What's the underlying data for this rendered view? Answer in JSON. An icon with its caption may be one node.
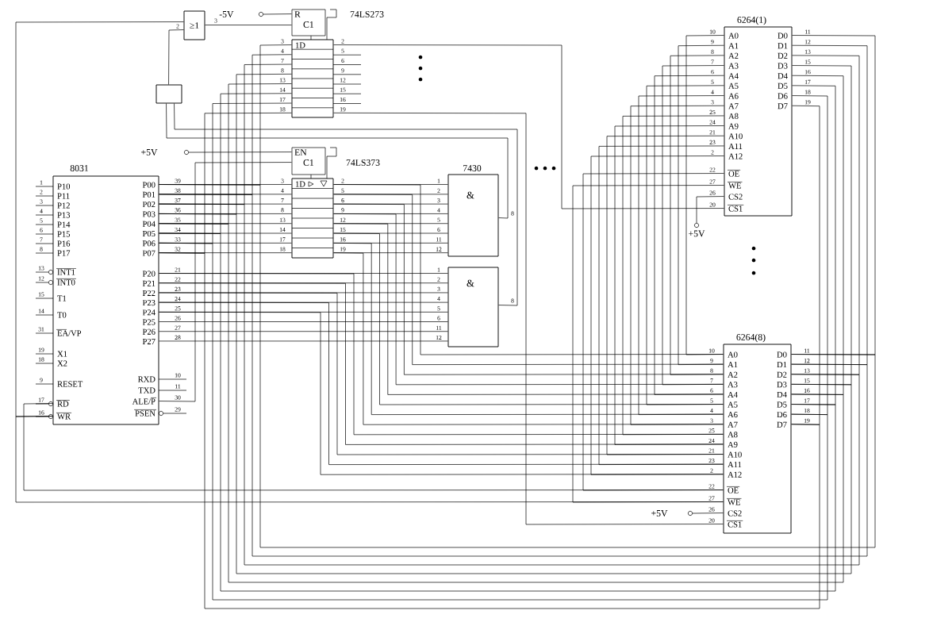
{
  "diagram": {
    "nodes": [
      {
        "text": [
          "8031",
          "P10",
          "P11",
          "P12",
          "P13",
          "P14",
          "P15",
          "P16",
          "P17",
          "INT1",
          "INT0",
          "T1",
          "T0",
          "EA/VP",
          "X1",
          "X2",
          "RESET",
          "RD",
          "WR",
          "P00",
          "P01",
          "P02",
          "P03",
          "P04",
          "P05",
          "P06",
          "P07",
          "P20",
          "P21",
          "P22",
          "P23",
          "P24",
          "P25",
          "P26",
          "P27",
          "RXD",
          "TXD",
          "ALE/P",
          "PSEN"
        ]
      },
      {
        "text": [
          "74LS273",
          "R",
          "C1",
          "1D"
        ]
      },
      {
        "text": [
          "74LS373",
          "EN",
          "C1",
          "1D"
        ]
      },
      {
        "text": [
          "7430",
          "&"
        ]
      },
      {
        "text": [
          "&"
        ]
      },
      {
        "text": [
          "≥1"
        ]
      },
      {
        "text": [],
        "shape": "box"
      },
      {
        "text": [
          "6264(1)",
          "A0",
          "A1",
          "A2",
          "A3",
          "A4",
          "A5",
          "A6",
          "A7",
          "A8",
          "A9",
          "A10",
          "A11",
          "A12",
          "OE",
          "WE",
          "CS2",
          "CS1",
          "D0",
          "D1",
          "D2",
          "D3",
          "D4",
          "D5",
          "D6",
          "D7"
        ]
      },
      {
        "text": [
          "6264(8)",
          "A0",
          "A1",
          "A2",
          "A3",
          "A4",
          "A5",
          "A6",
          "A7",
          "A8",
          "A9",
          "A10",
          "A11",
          "A12",
          "OE",
          "WE",
          "CS2",
          "CS1",
          "D0",
          "D1",
          "D2",
          "D3",
          "D4",
          "D5",
          "D6",
          "D7"
        ]
      },
      {
        "text": [
          "-5V"
        ]
      },
      {
        "text": [
          "+5V"
        ]
      },
      {
        "text": [
          "+5V"
        ]
      },
      {
        "text": [
          "+5V"
        ]
      }
    ],
    "edges": [
      {
        "from": 0,
        "to": 2,
        "arrow": "none"
      },
      {
        "from": 0,
        "to": 2,
        "arrow": "none"
      },
      {
        "from": 0,
        "to": 2,
        "arrow": "none"
      },
      {
        "from": 0,
        "to": 2,
        "arrow": "none"
      },
      {
        "from": 0,
        "to": 2,
        "arrow": "none"
      },
      {
        "from": 0,
        "to": 2,
        "arrow": "none"
      },
      {
        "from": 0,
        "to": 2,
        "arrow": "none"
      },
      {
        "from": 0,
        "to": 2,
        "arrow": "none"
      },
      {
        "from": 0,
        "to": 1,
        "arrow": "none"
      },
      {
        "from": 0,
        "to": 1,
        "arrow": "none"
      },
      {
        "from": 0,
        "to": 1,
        "arrow": "none"
      },
      {
        "from": 0,
        "to": 1,
        "arrow": "none"
      },
      {
        "from": 0,
        "to": 1,
        "arrow": "none"
      },
      {
        "from": 0,
        "to": 1,
        "arrow": "none"
      },
      {
        "from": 0,
        "to": 1,
        "arrow": "none"
      },
      {
        "from": 0,
        "to": 1,
        "arrow": "none"
      },
      {
        "from": 0,
        "to": 8,
        "arrow": "none"
      },
      {
        "from": 0,
        "to": 8,
        "arrow": "none"
      },
      {
        "from": 0,
        "to": 8,
        "arrow": "none"
      },
      {
        "from": 0,
        "to": 8,
        "arrow": "none"
      },
      {
        "from": 0,
        "to": 8,
        "arrow": "none"
      },
      {
        "from": 0,
        "to": 8,
        "arrow": "none"
      },
      {
        "from": 0,
        "to": 8,
        "arrow": "none"
      },
      {
        "from": 0,
        "to": 8,
        "arrow": "none"
      },
      {
        "from": 8,
        "to": 7,
        "arrow": "none"
      },
      {
        "from": 8,
        "to": 7,
        "arrow": "none"
      },
      {
        "from": 8,
        "to": 7,
        "arrow": "none"
      },
      {
        "from": 8,
        "to": 7,
        "arrow": "none"
      },
      {
        "from": 8,
        "to": 7,
        "arrow": "none"
      },
      {
        "from": 8,
        "to": 7,
        "arrow": "none"
      },
      {
        "from": 8,
        "to": 7,
        "arrow": "none"
      },
      {
        "from": 8,
        "to": 7,
        "arrow": "none"
      },
      {
        "from": 2,
        "to": 3,
        "arrow": "none"
      },
      {
        "from": 2,
        "to": 3,
        "arrow": "none"
      },
      {
        "from": 2,
        "to": 3,
        "arrow": "none"
      },
      {
        "from": 2,
        "to": 3,
        "arrow": "none"
      },
      {
        "from": 2,
        "to": 3,
        "arrow": "none"
      },
      {
        "from": 2,
        "to": 3,
        "arrow": "none"
      },
      {
        "from": 2,
        "to": 3,
        "arrow": "none"
      },
      {
        "from": 2,
        "to": 3,
        "arrow": "none"
      },
      {
        "from": 2,
        "to": 8,
        "arrow": "none"
      },
      {
        "from": 2,
        "to": 8,
        "arrow": "none"
      },
      {
        "from": 2,
        "to": 8,
        "arrow": "none"
      },
      {
        "from": 2,
        "to": 8,
        "arrow": "none"
      },
      {
        "from": 2,
        "to": 8,
        "arrow": "none"
      },
      {
        "from": 2,
        "to": 8,
        "arrow": "none"
      },
      {
        "from": 2,
        "to": 8,
        "arrow": "none"
      },
      {
        "from": 2,
        "to": 8,
        "arrow": "none"
      },
      {
        "from": 0,
        "to": 4,
        "arrow": "none"
      },
      {
        "from": 0,
        "to": 4,
        "arrow": "none"
      },
      {
        "from": 0,
        "to": 4,
        "arrow": "none"
      },
      {
        "from": 0,
        "to": 4,
        "arrow": "none"
      },
      {
        "from": 0,
        "to": 4,
        "arrow": "none"
      },
      {
        "from": 0,
        "to": 4,
        "arrow": "none"
      },
      {
        "from": 0,
        "to": 4,
        "arrow": "none"
      },
      {
        "from": 0,
        "to": 4,
        "arrow": "none"
      },
      {
        "from": 0,
        "to": 8,
        "arrow": "none"
      },
      {
        "from": 0,
        "to": 8,
        "arrow": "none"
      },
      {
        "from": 0,
        "to": 8,
        "arrow": "none"
      },
      {
        "from": 0,
        "to": 8,
        "arrow": "none"
      },
      {
        "from": 0,
        "to": 8,
        "arrow": "none"
      },
      {
        "from": 8,
        "to": 7,
        "arrow": "none"
      },
      {
        "from": 8,
        "to": 7,
        "arrow": "none"
      },
      {
        "from": 8,
        "to": 7,
        "arrow": "none"
      },
      {
        "from": 8,
        "to": 7,
        "arrow": "none"
      },
      {
        "from": 8,
        "to": 7,
        "arrow": "none"
      },
      {
        "from": 8,
        "to": 7,
        "arrow": "none"
      },
      {
        "from": 8,
        "to": 7,
        "arrow": "none"
      },
      {
        "from": 8,
        "to": 7,
        "arrow": "none"
      },
      {
        "from": 8,
        "to": 7,
        "arrow": "none"
      },
      {
        "from": 8,
        "to": 7,
        "arrow": "none"
      },
      {
        "from": 8,
        "to": 7,
        "arrow": "none"
      },
      {
        "from": 8,
        "to": 7,
        "arrow": "none"
      },
      {
        "from": 8,
        "to": 7,
        "arrow": "none"
      },
      {
        "from": 0,
        "to": 8,
        "arrow": "none"
      },
      {
        "from": 0,
        "to": 8,
        "arrow": "none"
      },
      {
        "from": 0,
        "to": 5,
        "arrow": "none"
      },
      {
        "from": 8,
        "to": 7,
        "arrow": "none"
      },
      {
        "from": 8,
        "to": 7,
        "arrow": "none"
      },
      {
        "from": 1,
        "to": 7,
        "arrow": "none"
      },
      {
        "from": 1,
        "to": 8,
        "arrow": "none"
      },
      {
        "from": 3,
        "to": 6,
        "arrow": "none"
      },
      {
        "from": 4,
        "to": 6,
        "arrow": "none"
      },
      {
        "from": 6,
        "to": 5,
        "arrow": "none"
      },
      {
        "from": 5,
        "to": 1,
        "arrow": "none"
      },
      {
        "from": 9,
        "to": 1,
        "arrow": "none"
      },
      {
        "from": 0,
        "to": 2,
        "arrow": "none"
      },
      {
        "from": 10,
        "to": 2,
        "arrow": "none"
      },
      {
        "from": 11,
        "to": 7,
        "arrow": "none"
      },
      {
        "from": 12,
        "to": 8,
        "arrow": "none"
      }
    ],
    "labels": [
      "2",
      "3",
      "3",
      "4",
      "7",
      "8",
      "13",
      "14",
      "17",
      "18",
      "2",
      "5",
      "6",
      "9",
      "12",
      "15",
      "16",
      "19",
      "1",
      "2",
      "3",
      "4",
      "5",
      "6",
      "7",
      "8",
      "13",
      "12",
      "15",
      "14",
      "31",
      "19",
      "18",
      "9",
      "17",
      "16",
      "39",
      "38",
      "37",
      "36",
      "35",
      "34",
      "33",
      "32",
      "21",
      "22",
      "23",
      "24",
      "25",
      "26",
      "27",
      "28",
      "10",
      "11",
      "30",
      "29",
      "3",
      "4",
      "7",
      "8",
      "13",
      "14",
      "17",
      "18",
      "2",
      "5",
      "6",
      "9",
      "12",
      "15",
      "16",
      "19",
      "1",
      "2",
      "3",
      "4",
      "5",
      "6",
      "11",
      "12",
      "8",
      "1",
      "2",
      "3",
      "4",
      "5",
      "6",
      "11",
      "12",
      "8",
      "10",
      "9",
      "8",
      "7",
      "6",
      "5",
      "4",
      "3",
      "25",
      "24",
      "21",
      "23",
      "2",
      "22",
      "27",
      "26",
      "20",
      "11",
      "12",
      "13",
      "15",
      "16",
      "17",
      "18",
      "19",
      "10",
      "9",
      "8",
      "7",
      "6",
      "5",
      "4",
      "3",
      "25",
      "24",
      "21",
      "23",
      "2",
      "22",
      "27",
      "26",
      "20",
      "11",
      "12",
      "13",
      "15",
      "16",
      "17",
      "18",
      "19"
    ]
  }
}
